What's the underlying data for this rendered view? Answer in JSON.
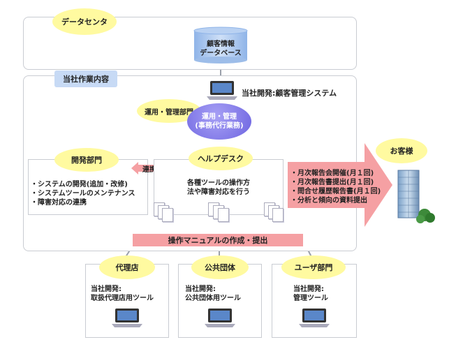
{
  "data_center": {
    "title": "データセンタ",
    "database_line1": "顧客情報",
    "database_line2": "データベース"
  },
  "company": {
    "title": "当社作業内容",
    "system_label": "当社開発:顧客管理システム",
    "ops_dept": "運用・管理部門",
    "ops_circle_line1": "運用・管理",
    "ops_circle_line2": "(事務代行業務)"
  },
  "dev": {
    "title": "開発部門",
    "items": [
      "システムの開発(追加・改修)",
      "システムツールのメンテナンス",
      "障害対応の連携"
    ]
  },
  "link_label": "連携",
  "helpdesk": {
    "title": "ヘルプデスク",
    "line1": "各種ツールの操作方",
    "line2": "法や障害対応を行う"
  },
  "manual_bar": "操作マニュアルの作成・提出",
  "customer": {
    "title": "お客様",
    "items": [
      "月次報告会開催(月１回)",
      "月次報告書提出(月１回)",
      "問合せ履歴報告書(月１回)",
      "分析と傾向の資料提出"
    ]
  },
  "agencies": [
    {
      "title": "代理店",
      "line1": "当社開発:",
      "line2": "取扱代理店用ツール"
    },
    {
      "title": "公共団体",
      "line1": "当社開発:",
      "line2": "公共団体用ツール"
    },
    {
      "title": "ユーザ部門",
      "line1": "当社開発:",
      "line2": "管理ツール"
    }
  ],
  "colors": {
    "accent_yellow": "#fffaa0",
    "pink": "#f5a0a3",
    "purple": "#7b73e8",
    "blue_label": "#c7daf5"
  }
}
